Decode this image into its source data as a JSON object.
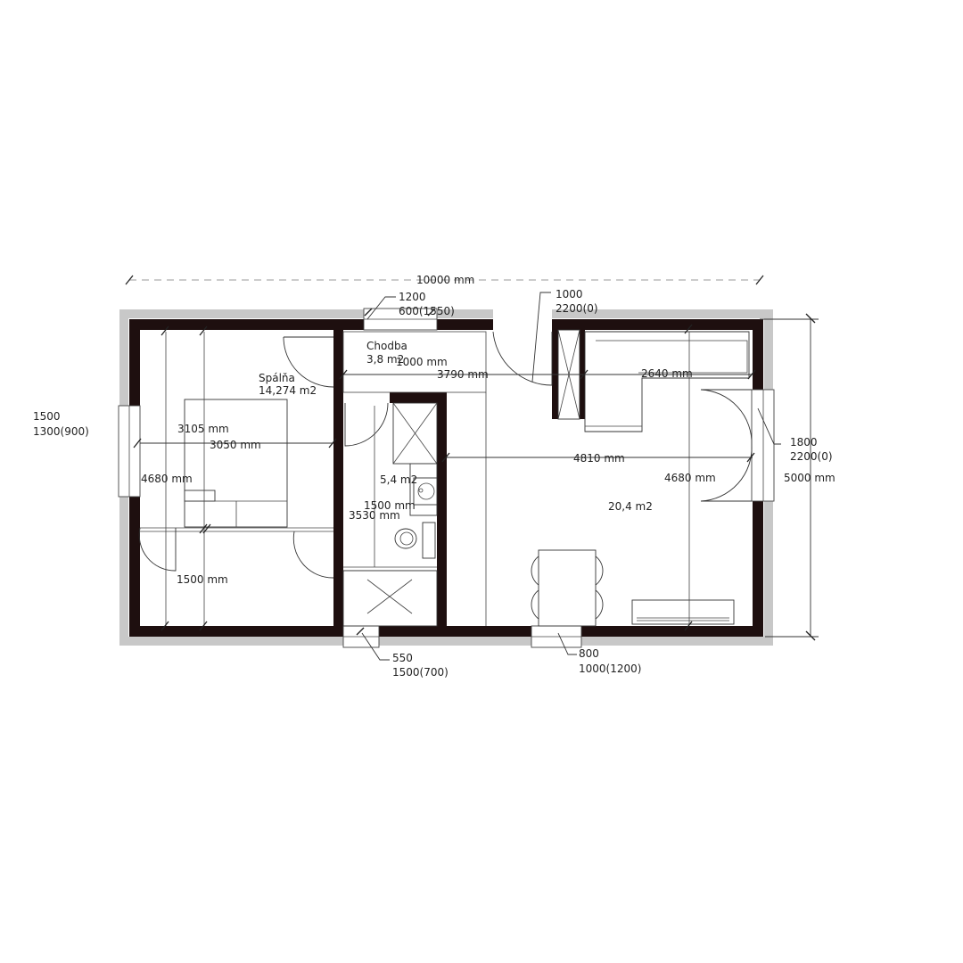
{
  "rooms": {
    "bedroom": {
      "name": "Spálňa",
      "area": "14,274 m2"
    },
    "hallway": {
      "name": "Chodba",
      "area": "3,8 m2"
    },
    "bathroom": {
      "area": "5,4 m2"
    },
    "living": {
      "area": "20,4  m2"
    }
  },
  "dimensions": {
    "overall_width": "10000 mm",
    "overall_height": "5000 mm",
    "bedroom_width_a": "3105 mm",
    "bedroom_width_b": "3050 mm",
    "bedroom_height": "4680 mm",
    "bedroom_lower": "1500 mm",
    "hall_width": "1000 mm",
    "hall_length": "3790 mm",
    "kitchen_length": "2640 mm",
    "living_width": "4810 mm",
    "living_height": "4680 mm",
    "bath_width": "1500 mm",
    "bath_height": "3530 mm"
  },
  "openings": {
    "top_window": {
      "width": "1200",
      "height": "600(1550)"
    },
    "top_door": {
      "width": "1000",
      "height": "2200(0)"
    },
    "left_window": {
      "width": "1500",
      "height": "1300(900)"
    },
    "right_door": {
      "width": "1800",
      "height": "2200(0)"
    },
    "bottom_bath_window": {
      "width": "550",
      "height": "1500(700)"
    },
    "bottom_window": {
      "width": "800",
      "height": "1000(1200)"
    }
  },
  "colors": {
    "wall": "#1e0f0f",
    "outer_insulation": "#c8c8c8",
    "line": "#333333"
  }
}
